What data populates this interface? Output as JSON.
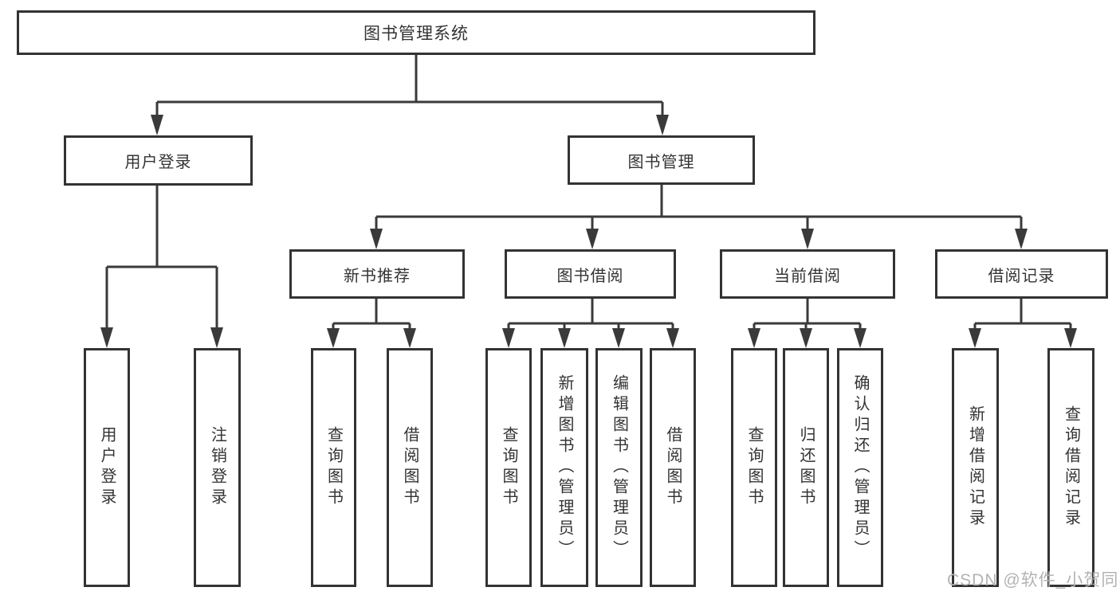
{
  "diagram": {
    "nodes": {
      "root": "图书管理系统",
      "user_login": "用户登录",
      "book_mgmt": "图书管理",
      "new_book": "新书推荐",
      "book_borrow": "图书借阅",
      "current_borrow": "当前借阅",
      "borrow_record": "借阅记录"
    },
    "leaves": {
      "user_login": [
        "用户登录",
        "注销登录"
      ],
      "new_book": [
        "查询图书",
        "借阅图书"
      ],
      "book_borrow": [
        "查询图书",
        "新增图书（管理员）",
        "编辑图书（管理员）",
        "借阅图书"
      ],
      "current_borrow": [
        "查询图书",
        "归还图书",
        "确认归还（管理员）"
      ],
      "borrow_record": [
        "新增借阅记录",
        "查询借阅记录"
      ]
    },
    "watermark": "CSDN @软件_小贺同学",
    "colors": {
      "line": "#3a3a3a",
      "border": "#333333",
      "text": "#333333",
      "watermark": "#b3b3b3",
      "background": "#ffffff"
    }
  }
}
